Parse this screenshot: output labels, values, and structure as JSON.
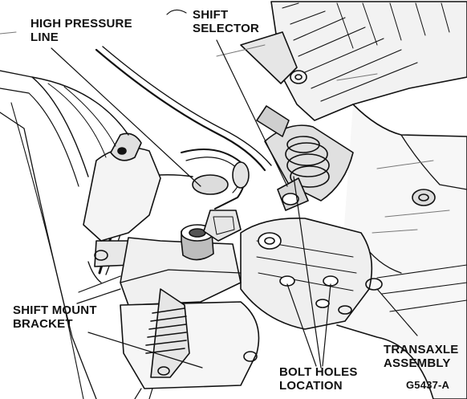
{
  "labels": {
    "high_pressure_line": [
      "HIGH PRESSURE",
      "LINE"
    ],
    "shift_selector": [
      "SHIFT",
      "SELECTOR"
    ],
    "shift_mount_bracket": [
      "SHIFT MOUNT",
      "BRACKET"
    ],
    "bolt_holes_location": [
      "BOLT HOLES",
      "LOCATION"
    ],
    "transaxle_assembly": [
      "TRANSAXLE",
      "ASSEMBLY"
    ]
  },
  "figure_code": "G5437-A",
  "colors": {
    "ink": "#111111",
    "paper": "#ffffff",
    "shade": "#7a7a7a"
  }
}
